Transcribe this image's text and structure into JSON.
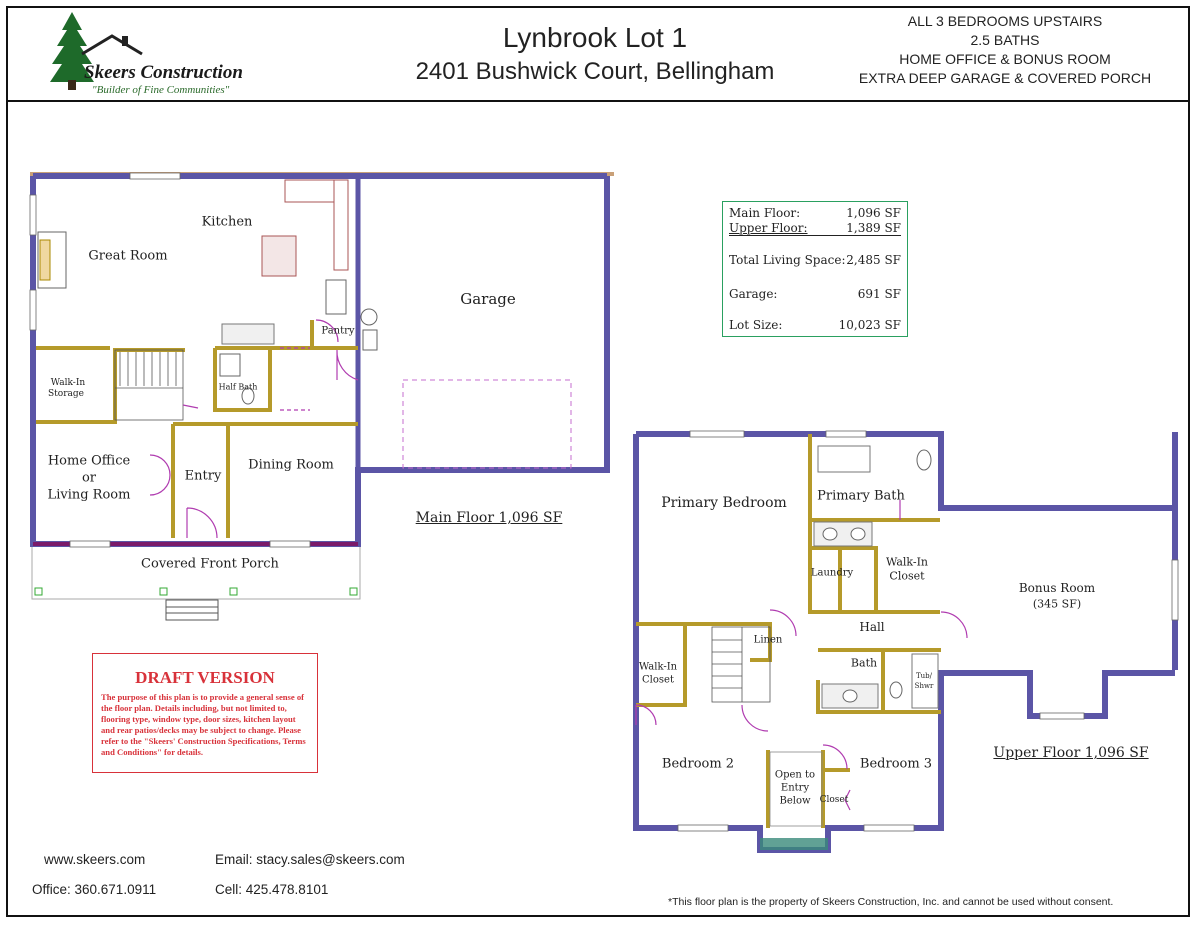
{
  "logo": {
    "company": "Skeers Construction",
    "tagline": "\"Builder of Fine Communities\""
  },
  "header": {
    "title": "Lynbrook Lot 1",
    "address": "2401 Bushwick Court, Bellingham",
    "features": [
      "ALL 3 BEDROOMS UPSTAIRS",
      "2.5 BATHS",
      "HOME OFFICE & BONUS ROOM",
      "EXTRA DEEP GARAGE & COVERED PORCH"
    ]
  },
  "square_footage": {
    "main_floor": {
      "label": "Main Floor:",
      "value": "1,096 SF"
    },
    "upper_floor": {
      "label": "Upper Floor:",
      "value": "1,389 SF"
    },
    "total": {
      "label": "Total Living Space:",
      "value": "2,485 SF"
    },
    "garage": {
      "label": "Garage:",
      "value": "691 SF"
    },
    "lot": {
      "label": "Lot Size:",
      "value": "10,023 SF"
    }
  },
  "main_floor": {
    "caption": "Main Floor 1,096 SF",
    "rooms": {
      "kitchen": "Kitchen",
      "great_room": "Great Room",
      "garage": "Garage",
      "pantry": "Pantry",
      "walk_in_storage_1": "Walk-In",
      "walk_in_storage_2": "Storage",
      "half_bath": "Half Bath",
      "home_office_1": "Home Office",
      "home_office_2": "or",
      "home_office_3": "Living Room",
      "entry": "Entry",
      "dining_room": "Dining Room",
      "porch": "Covered Front Porch"
    }
  },
  "upper_floor": {
    "caption": "Upper Floor 1,096 SF",
    "rooms": {
      "primary_bedroom": "Primary Bedroom",
      "primary_bath": "Primary Bath",
      "laundry": "Laundry",
      "walk_in_closet_1": "Walk-In",
      "walk_in_closet_2": "Closet",
      "hall": "Hall",
      "linen": "Linen",
      "bonus_room": "Bonus Room",
      "bonus_room_sf": "(345 SF)",
      "walk_in_closet_b_1": "Walk-In",
      "walk_in_closet_b_2": "Closet",
      "bath": "Bath",
      "tub_1": "Tub/",
      "tub_2": "Shwr",
      "bedroom_2": "Bedroom 2",
      "bedroom_3": "Bedroom 3",
      "open_1": "Open to",
      "open_2": "Entry",
      "open_3": "Below",
      "closet": "Closet"
    }
  },
  "draft": {
    "title": "DRAFT VERSION",
    "body": "The purpose of this plan is to provide a general sense of the floor plan. Details including, but not limited to, flooring type, window type, door sizes, kitchen layout and rear patios/decks may be subject to change. Please refer to the \"Skeers' Construction Specifications, Terms and Conditions\" for details."
  },
  "contact": {
    "website": "www.skeers.com",
    "email": "Email: stacy.sales@skeers.com",
    "office": "Office: 360.671.0911",
    "cell": "Cell: 425.478.8101"
  },
  "footnote": "*This floor plan is the property of Skeers Construction, Inc. and cannot be used without consent.",
  "colors": {
    "wall": "#5b55a6",
    "interior_wall": "#b59a2a",
    "door": "#b03cb0",
    "draft": "#d8323a",
    "sf_box": "#2aa060",
    "logo_tree": "#1e6a2a"
  }
}
